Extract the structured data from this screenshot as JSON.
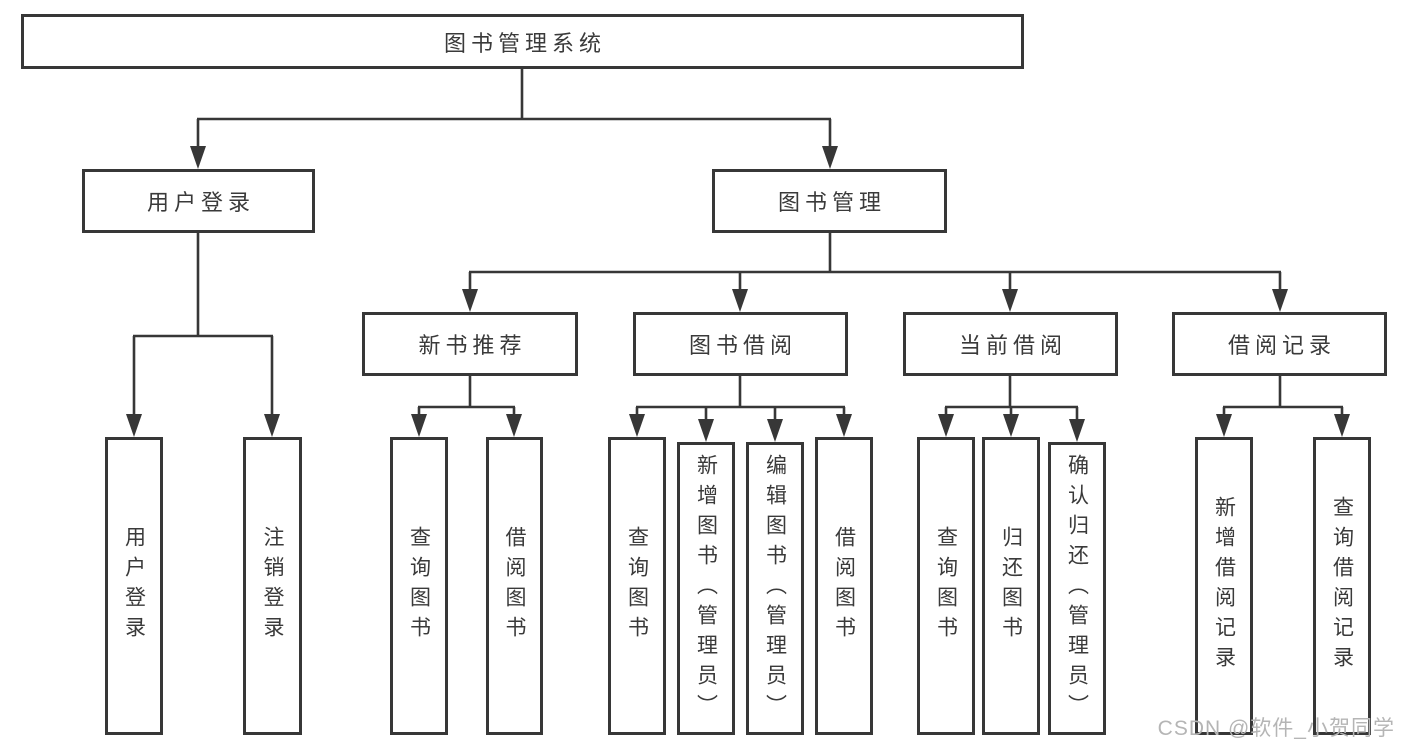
{
  "title": {
    "label": "图书管理系统"
  },
  "tree": {
    "user_login": {
      "label": "用户登录",
      "children": [
        {
          "label": "用户登录"
        },
        {
          "label": "注销登录"
        }
      ]
    },
    "book_mgmt": {
      "label": "图书管理",
      "groups": [
        {
          "label": "新书推荐",
          "children": [
            {
              "label": "查询图书"
            },
            {
              "label": "借阅图书"
            }
          ]
        },
        {
          "label": "图书借阅",
          "children": [
            {
              "label": "查询图书"
            },
            {
              "label": "新增图书（管理员）"
            },
            {
              "label": "编辑图书（管理员）"
            },
            {
              "label": "借阅图书"
            }
          ]
        },
        {
          "label": "当前借阅",
          "children": [
            {
              "label": "查询图书"
            },
            {
              "label": "归还图书"
            },
            {
              "label": "确认归还（管理员）"
            }
          ]
        },
        {
          "label": "借阅记录",
          "children": [
            {
              "label": "新增借阅记录"
            },
            {
              "label": "查询借阅记录"
            }
          ]
        }
      ]
    }
  },
  "watermark": {
    "text": "CSDN @软件_小贺同学"
  },
  "colors": {
    "line": "#373737",
    "text": "#3a3a3a",
    "background": "#ffffff",
    "watermark": "#b5b5b5"
  }
}
